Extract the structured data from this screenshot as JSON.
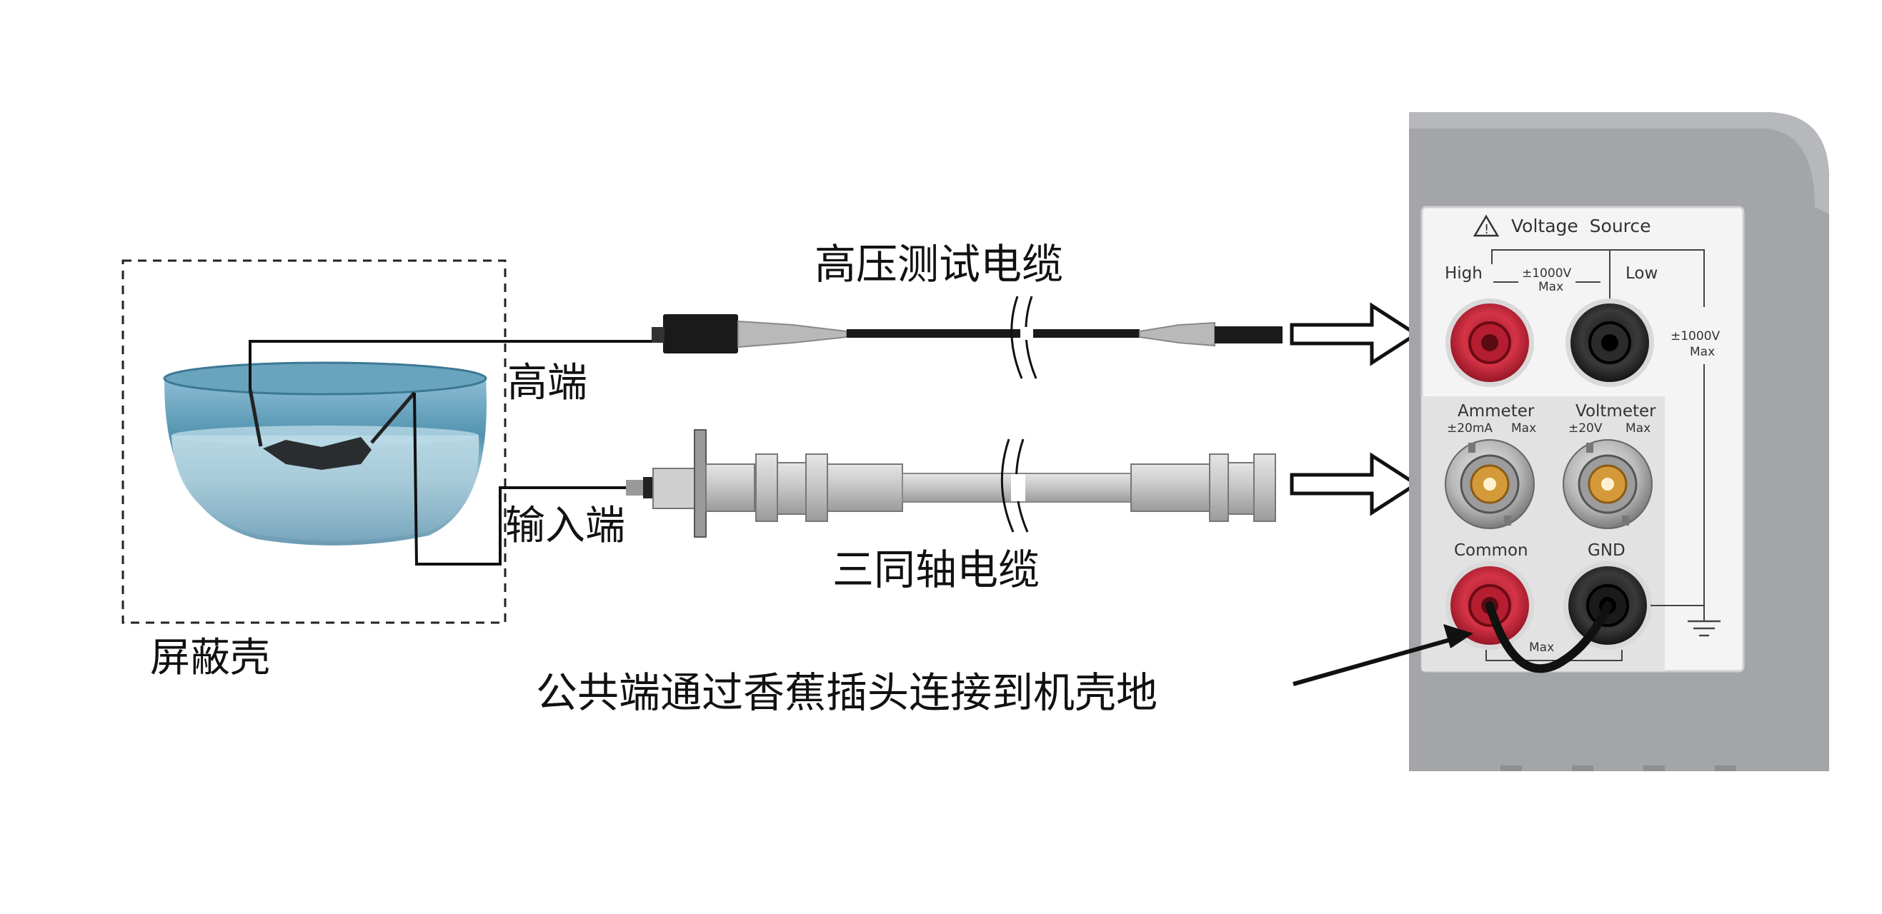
{
  "labels": {
    "hv_cable": "高压测试电缆",
    "high_end": "高端",
    "input_end": "输入端",
    "triax_cable": "三同轴电缆",
    "shield": "屏蔽壳",
    "note": "公共端通过香蕉插头连接到机壳地"
  },
  "instrument": {
    "voltage_source_title": "Voltage  Source",
    "high_label": "High",
    "low_label": "Low",
    "vs_rating": "±1000V",
    "vs_rating_max": "Max",
    "side_rating": "±1000V",
    "side_rating_max": "Max",
    "ammeter_label": "Ammeter",
    "ammeter_rating": "±20mA",
    "ammeter_max": "Max",
    "voltmeter_label": "Voltmeter",
    "voltmeter_rating": "±20V",
    "voltmeter_max": "Max",
    "common_label": "Common",
    "gnd_label": "GND",
    "bottom_max": "Max"
  },
  "colors": {
    "terminal_red": "#c8283a",
    "terminal_black": "#222222",
    "panel_gray": "#a3a5a8",
    "faceplate": "#f4f4f4",
    "bnc_gold": "#d49a3a",
    "cable_gray": "#c8c8c8",
    "arrow_outline": "#111111"
  },
  "icons": {
    "warning": "warning-triangle-icon",
    "ground": "ground-symbol-icon"
  }
}
